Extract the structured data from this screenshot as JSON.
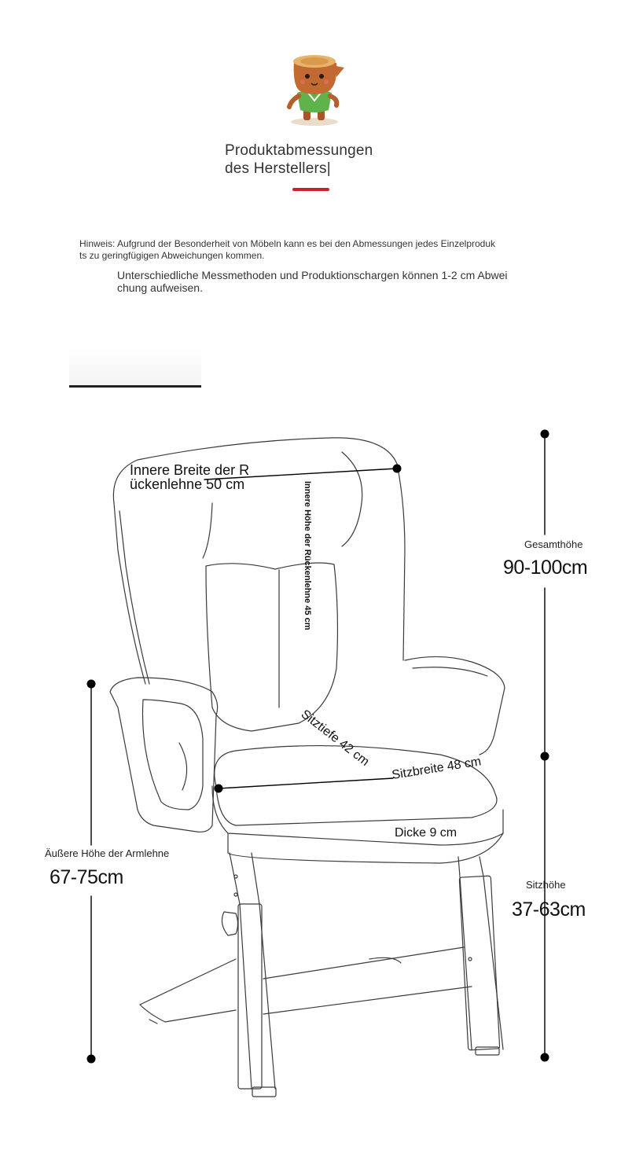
{
  "header": {
    "title_line1": "Produktabmessungen",
    "title_line2": "des Herstellers|",
    "accent_color": "#c7252a",
    "mascot": "tree-stump-mascot-icon"
  },
  "notes": {
    "hint_line1": "Hinweis: Aufgrund der Besonderheit von Möbeln kann es bei den Abmessungen jedes Einzelproduk",
    "hint_line2": "ts zu geringfügigen Abweichungen kommen.",
    "method_line1": "Unterschiedliche Messmethoden und Produktionschargen können 1-2 cm Abwei",
    "method_line2": "chung aufweisen."
  },
  "dimensions": {
    "backrest_width_line1": "Innere Breite der R",
    "backrest_width_line2": "ückenlehne 50 cm",
    "backrest_height": "Innere Höhe der Rückenlehne 45 cm",
    "total_height_label": "Gesamthöhe",
    "total_height_value": "90-100cm",
    "seat_depth": "Sitztiefe 42 cm",
    "seat_width": "Sitzbreite 48 cm",
    "thickness": "Dicke 9 cm",
    "armrest_height_label": "Äußere Höhe der Armlehne",
    "armrest_height_value": "67-75cm",
    "seat_height_label": "Sitzhöhe",
    "seat_height_value": "37-63cm"
  }
}
